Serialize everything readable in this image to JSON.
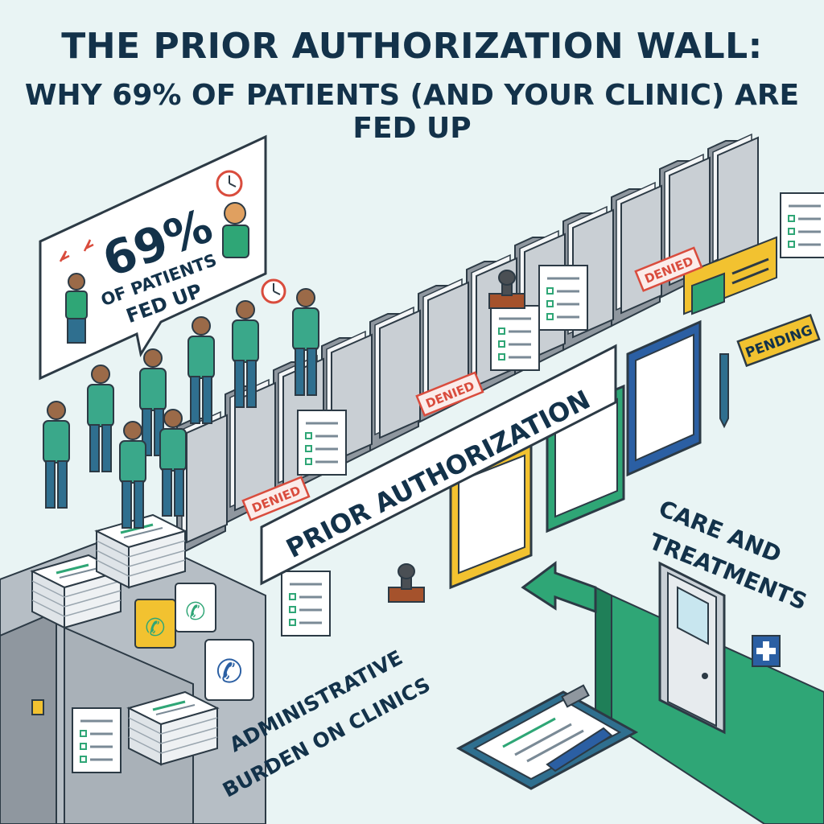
{
  "title": {
    "line1": "THE PRIOR AUTHORIZATION WALL:",
    "line2": "WHY 69% OF PATIENTS (AND YOUR CLINIC) ARE FED UP"
  },
  "speech_bubble": {
    "stat": "69%",
    "line1": "OF PATIENTS",
    "line2": "FED UP"
  },
  "wall": {
    "banner": "PRIOR AUTHORIZATION"
  },
  "stamps": {
    "denied": "DENIED",
    "pending": "PENDING"
  },
  "labels": {
    "care_line1": "CARE AND",
    "care_line2": "TREATMENTS",
    "admin_line1": "ADMINISTRATIVE",
    "admin_line2": "BURDEN ON CLINICS"
  },
  "colors": {
    "background": "#e9f4f4",
    "navy": "#13324a",
    "green": "#2fa676",
    "denied_red": "#d94c3d",
    "pending_yellow": "#f2c230",
    "teal": "#3aa88a"
  },
  "icons": [
    "clock-icon",
    "phone-icon",
    "medical-cross-icon",
    "rubber-stamp-icon",
    "clipboard-icon",
    "pen-icon",
    "arrow-icon",
    "id-card-icon"
  ]
}
